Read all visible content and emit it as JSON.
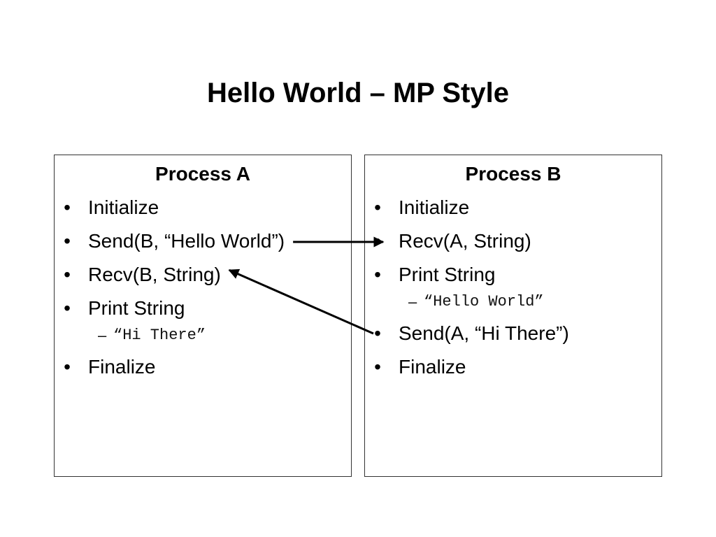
{
  "title": "Hello World – MP Style",
  "bullet_glyph": "•",
  "sub_glyph": "–",
  "process_a": {
    "heading": "Process A",
    "items": [
      {
        "label": "Initialize"
      },
      {
        "label": "Send(B, “Hello World”)"
      },
      {
        "label": "Recv(B, String)"
      },
      {
        "label": "Print String",
        "sub": "“Hi There”"
      },
      {
        "label": "Finalize"
      }
    ]
  },
  "process_b": {
    "heading": "Process B",
    "items": [
      {
        "label": "Initialize"
      },
      {
        "label": "Recv(A, String)"
      },
      {
        "label": "Print String",
        "sub": "“Hello World”"
      },
      {
        "label": "Send(A, “Hi There”)"
      },
      {
        "label": "Finalize"
      }
    ]
  },
  "arrows": [
    {
      "from": "Send(B, “Hello World”)",
      "to": "Recv(A, String)"
    },
    {
      "from": "Send(A, “Hi There”)",
      "to": "Recv(B, String)"
    }
  ],
  "colors": {
    "text": "#000000",
    "border": "#333333",
    "arrow": "#000000",
    "background": "#ffffff"
  }
}
